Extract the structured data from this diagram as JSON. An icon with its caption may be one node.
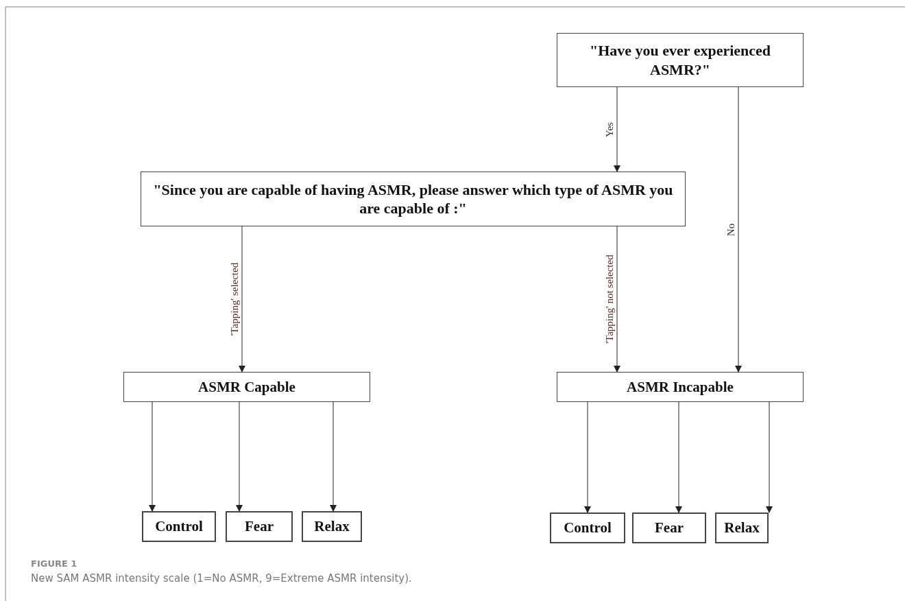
{
  "diagram": {
    "caption": "New SAM ASMR intensity scale (1=No ASMR, 9=Extreme ASMR intensity).",
    "nodes": [
      {
        "text": [
          "\"Have you ever experienced ASMR?\""
        ]
      },
      {
        "text": [
          "\"Since you are capable of having ASMR, please answer which type of ASMR you are capable of :\""
        ]
      },
      {
        "text": [
          "ASMR Capable"
        ]
      },
      {
        "text": [
          "ASMR Incapable"
        ]
      },
      {
        "text": [
          "Control"
        ]
      },
      {
        "text": [
          "Fear"
        ]
      },
      {
        "text": [
          "Relax"
        ]
      },
      {
        "text": [
          "Control"
        ]
      },
      {
        "text": [
          "Fear"
        ]
      },
      {
        "text": [
          "Relax"
        ]
      }
    ],
    "edges": [
      {
        "from": 0,
        "to": 1,
        "arrow": "to",
        "label": "Yes"
      },
      {
        "from": 0,
        "to": 3,
        "arrow": "to",
        "label": "No"
      },
      {
        "from": 1,
        "to": 2,
        "arrow": "to",
        "label": "'Tapping' selected"
      },
      {
        "from": 1,
        "to": 3,
        "arrow": "to",
        "label": "'Tapping' not selected"
      },
      {
        "from": 2,
        "to": 4,
        "arrow": "to"
      },
      {
        "from": 2,
        "to": 5,
        "arrow": "to"
      },
      {
        "from": 2,
        "to": 6,
        "arrow": "to"
      },
      {
        "from": 3,
        "to": 7,
        "arrow": "to"
      },
      {
        "from": 3,
        "to": 8,
        "arrow": "to"
      },
      {
        "from": 3,
        "to": 9,
        "arrow": "to"
      }
    ],
    "labels": [
      "FIGURE 1"
    ]
  }
}
